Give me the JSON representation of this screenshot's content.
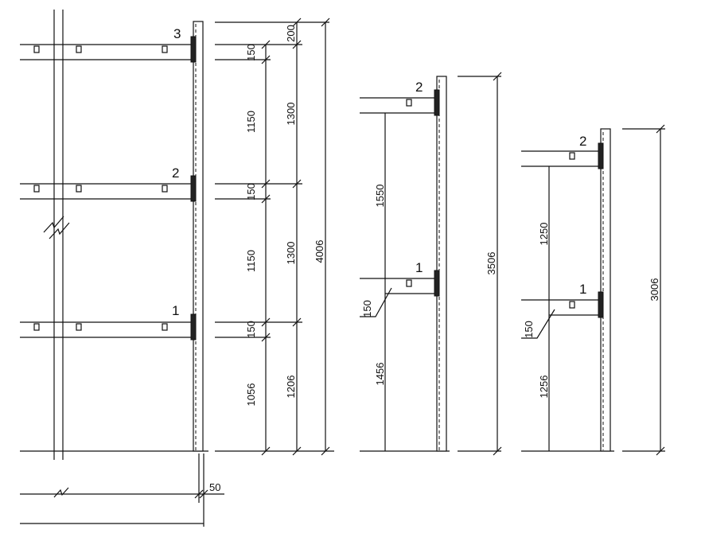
{
  "left_elevation": {
    "level_numbers": [
      "3",
      "2",
      "1"
    ],
    "dims_inner": [
      "150",
      "1150",
      "150",
      "1150",
      "150",
      "1056"
    ],
    "dims_mid": [
      "200",
      "1300",
      "1300",
      "1206"
    ],
    "dim_total": "4006",
    "dim_base": "50"
  },
  "middle_elevation": {
    "level_numbers": [
      "2",
      "1"
    ],
    "dims_inner": [
      "1550",
      "1456"
    ],
    "dim_leader": "150",
    "dim_total": "3506"
  },
  "right_elevation": {
    "level_numbers": [
      "2",
      "1"
    ],
    "dims_inner": [
      "1250",
      "1256"
    ],
    "dim_leader": "150",
    "dim_total": "3006"
  }
}
